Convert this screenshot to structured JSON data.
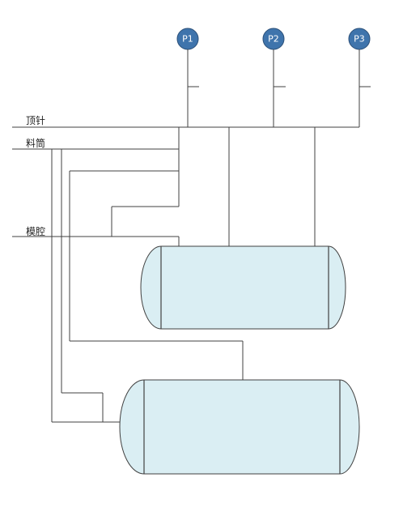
{
  "colors": {
    "gauge_fill": "#3f74ac",
    "tank_fill": "#daeef3",
    "line": "#404040"
  },
  "gauges": [
    {
      "label": "P1"
    },
    {
      "label": "P2"
    },
    {
      "label": "P3"
    }
  ],
  "lines": {
    "ejector": "顶针",
    "barrel": "料筒",
    "cavity": "模腔"
  }
}
